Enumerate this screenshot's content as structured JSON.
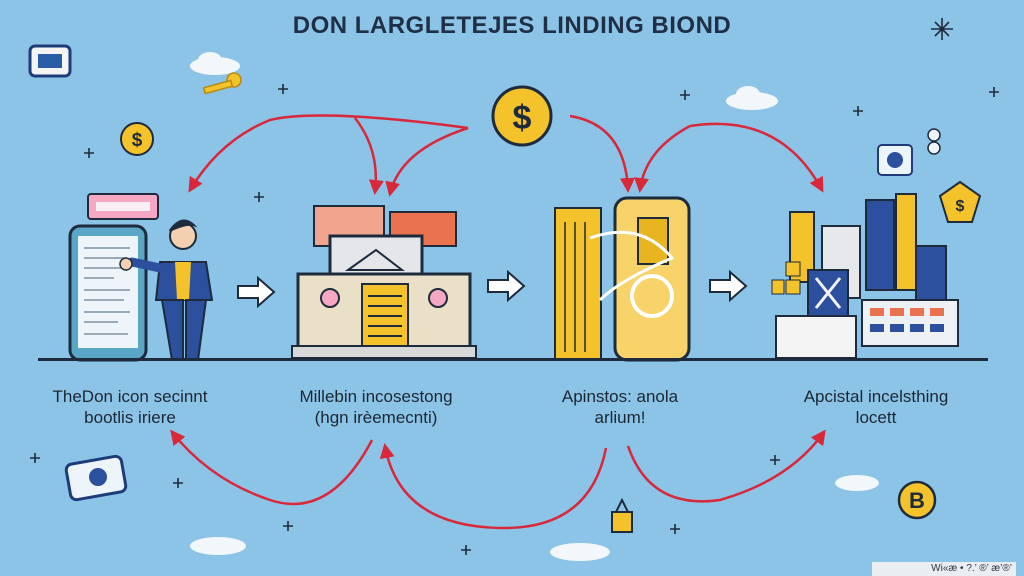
{
  "title": "DON LARGLETEJES LINDING BIOND",
  "stages": [
    {
      "label_line1": "TheDon icon secinnt",
      "label_line2": "bootlis iriere"
    },
    {
      "label_line1": "Millebin incosestong",
      "label_line2": "(hgn irèemecnti)"
    },
    {
      "label_line1": "Apinstos: anola",
      "label_line2": "arlium!"
    },
    {
      "label_line1": "Apcistal incelsthing",
      "label_line2": "locett"
    }
  ],
  "footer_text": "Wi«æ • ?.’ ®’ æ’®’",
  "colors": {
    "background": "#8cc4e8",
    "flow_arrow": "#d9283a",
    "coin": "#f4c22b",
    "ink": "#1e2b3c"
  },
  "icons": [
    "dollar-coin-icon",
    "chat-bubble-icon",
    "phone-icon",
    "person-icon",
    "laptop-icon",
    "safe-vault-icon",
    "city-icon",
    "bitcoin-coin-icon",
    "key-icon",
    "cloud-icon",
    "sparkle-icon"
  ]
}
